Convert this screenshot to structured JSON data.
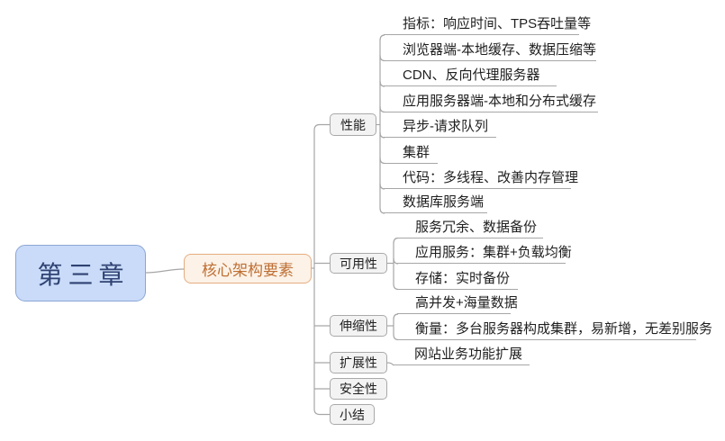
{
  "root": {
    "label": "第三章"
  },
  "hub": {
    "label": "核心架构要素"
  },
  "branches": [
    {
      "label": "性能",
      "children": [
        "指标：响应时间、TPS吞吐量等",
        "浏览器端-本地缓存、数据压缩等",
        "CDN、反向代理服务器",
        "应用服务器端-本地和分布式缓存",
        "异步-请求队列",
        "集群",
        "代码：多线程、改善内存管理",
        "数据库服务端"
      ]
    },
    {
      "label": "可用性",
      "children": [
        "服务冗余、数据备份",
        "应用服务：集群+负载均衡",
        "存储：实时备份"
      ]
    },
    {
      "label": "伸缩性",
      "children": [
        "高并发+海量数据",
        "衡量：多台服务器构成集群，易新增，无差别服务"
      ]
    },
    {
      "label": "扩展性",
      "children": [
        "网站业务功能扩展"
      ]
    },
    {
      "label": "安全性",
      "children": []
    },
    {
      "label": "小结",
      "children": []
    }
  ],
  "colors": {
    "root_fill": "#c9dbf8",
    "root_border": "#8ca6d5",
    "root_text": "#2f4272",
    "hub_fill": "#fcf2e7",
    "hub_border": "#e6ac80",
    "hub_text": "#be6f34",
    "branch_fill": "#f3f3f3",
    "branch_border": "#a9a9a9",
    "connector": "#a6a6a6",
    "leaf_text": "#1f1f1f",
    "background": "#ffffff"
  }
}
